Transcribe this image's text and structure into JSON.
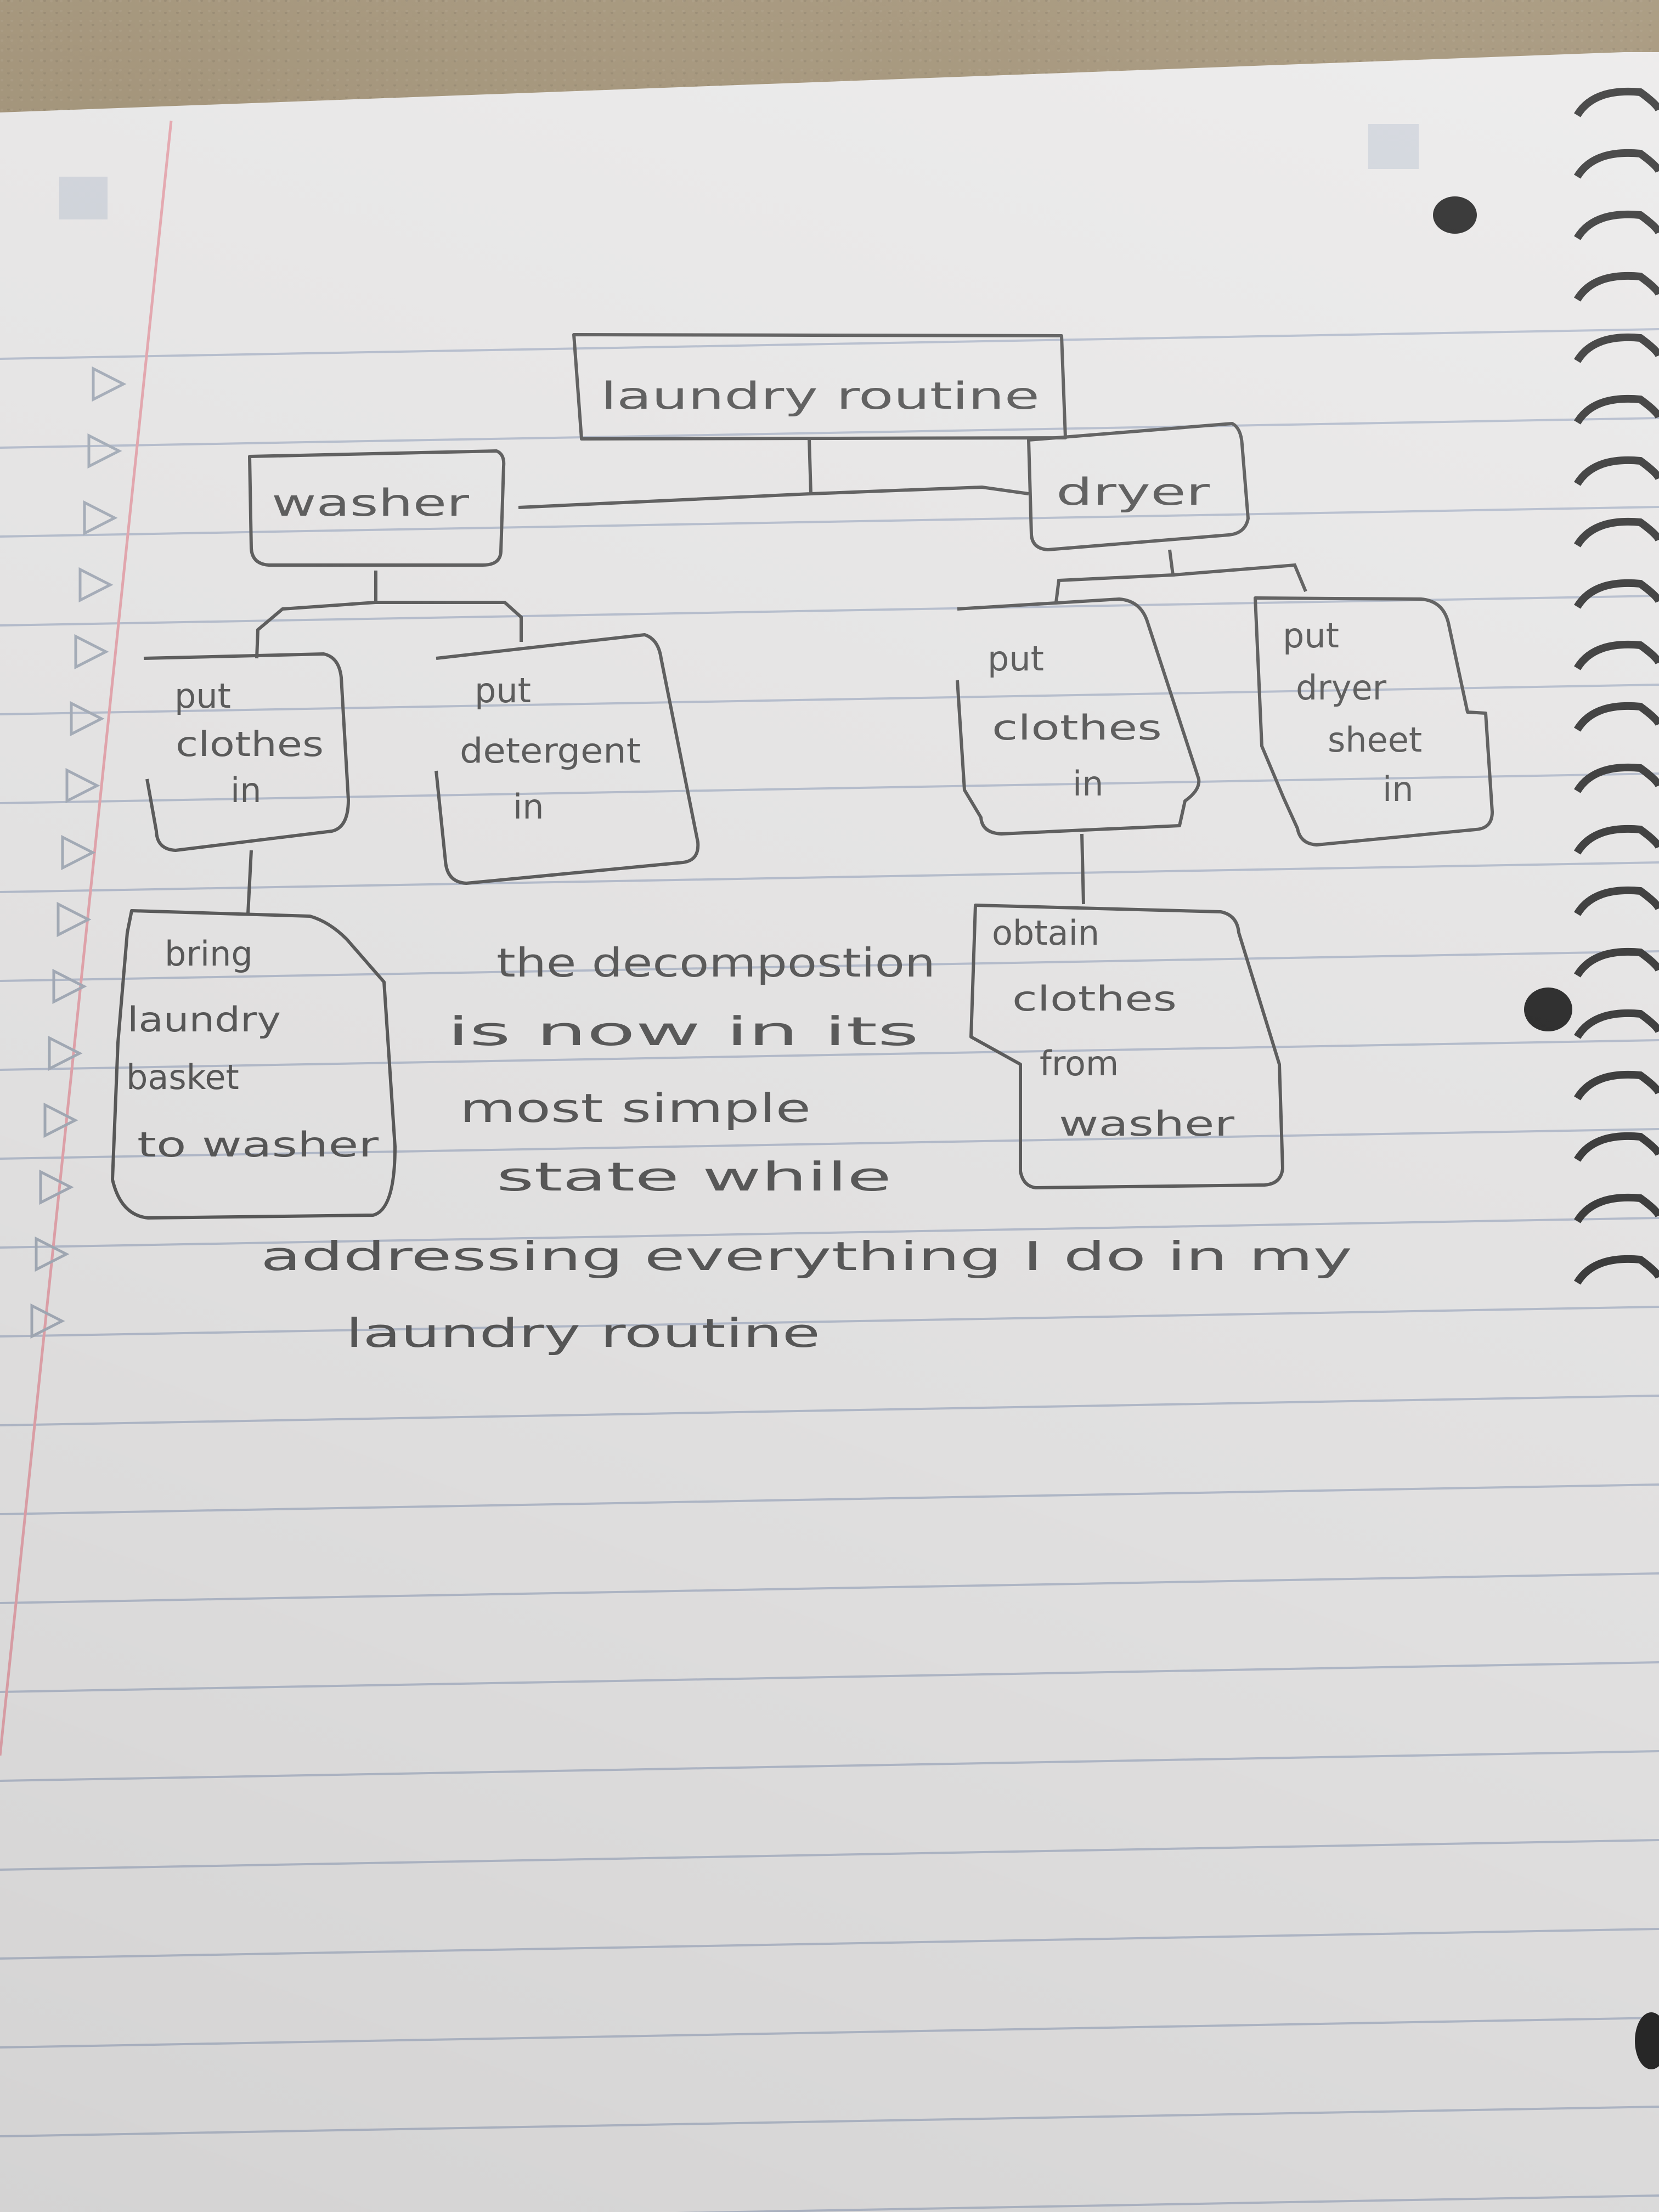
{
  "diagram": {
    "root": "laundry routine",
    "left_branch": "washer",
    "right_branch": "dryer",
    "washer_children": [
      [
        "put",
        "clothes",
        "in"
      ],
      [
        "put",
        "detergent",
        "in"
      ]
    ],
    "washer_grandchild": [
      "bring",
      "laundry",
      "basket",
      "to washer"
    ],
    "dryer_children": [
      [
        "put",
        "clothes",
        "in"
      ],
      [
        "put",
        "dryer",
        "sheet",
        "in"
      ]
    ],
    "dryer_grandchild": [
      "obtain",
      "clothes",
      "from",
      "washer"
    ]
  },
  "note_lines": [
    "the decompostion",
    "is now in its",
    "most simple",
    "state while",
    "addressing everything I do in my",
    "laundry routine"
  ]
}
